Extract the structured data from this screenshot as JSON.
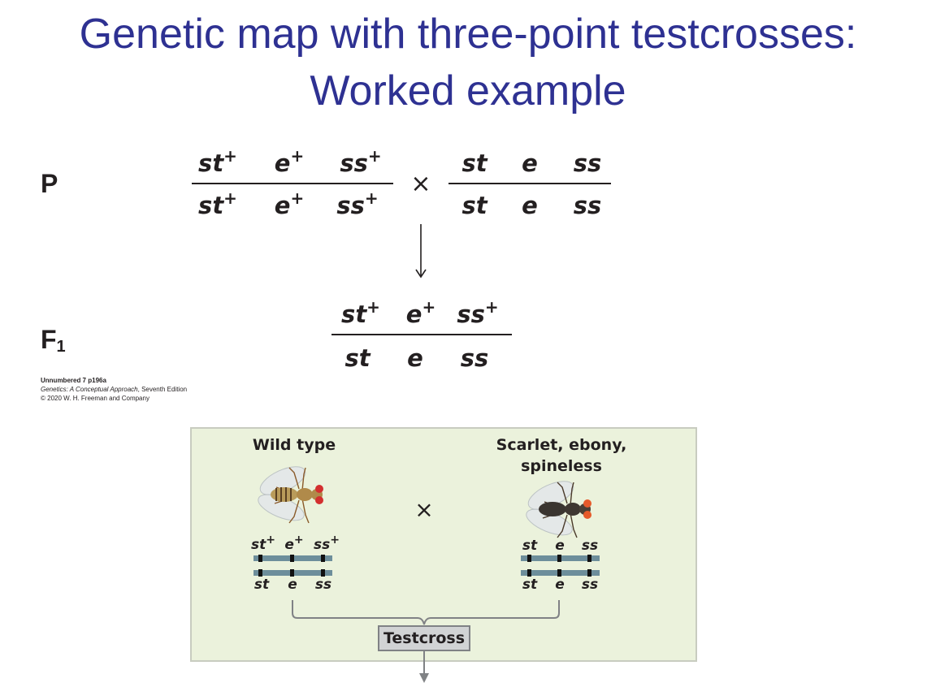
{
  "title": {
    "line1": "Genetic map with three-point testcrosses:",
    "line2": "Worked example"
  },
  "parental": {
    "label": "P",
    "left": {
      "top": [
        {
          "g": "st",
          "s": "+"
        },
        {
          "g": "e",
          "s": "+"
        },
        {
          "g": "ss",
          "s": "+"
        }
      ],
      "bottom": [
        {
          "g": "st",
          "s": "+"
        },
        {
          "g": "e",
          "s": "+"
        },
        {
          "g": "ss",
          "s": "+"
        }
      ]
    },
    "cross_symbol": "×",
    "right": {
      "top": [
        {
          "g": "st",
          "s": ""
        },
        {
          "g": "e",
          "s": ""
        },
        {
          "g": "ss",
          "s": ""
        }
      ],
      "bottom": [
        {
          "g": "st",
          "s": ""
        },
        {
          "g": "e",
          "s": ""
        },
        {
          "g": "ss",
          "s": ""
        }
      ]
    },
    "arrow": "↓"
  },
  "f1": {
    "label_main": "F",
    "label_sub": "1",
    "top": [
      {
        "g": "st",
        "s": "+"
      },
      {
        "g": "e",
        "s": "+"
      },
      {
        "g": "ss",
        "s": "+"
      }
    ],
    "bottom": [
      {
        "g": "st",
        "s": ""
      },
      {
        "g": "e",
        "s": ""
      },
      {
        "g": "ss",
        "s": ""
      }
    ]
  },
  "caption": {
    "line1": "Unnumbered 7 p196a",
    "line2_italic": "Genetics: A Conceptual Approach",
    "line2_rest": ", Seventh Edition",
    "line3": "© 2020 W. H. Freeman and Company"
  },
  "panel": {
    "left_heading": "Wild type",
    "right_heading_line1": "Scarlet, ebony,",
    "right_heading_line2": "spineless",
    "cross_symbol": "×",
    "left_top": [
      {
        "g": "st",
        "s": "+"
      },
      {
        "g": "e",
        "s": "+"
      },
      {
        "g": "ss",
        "s": "+"
      }
    ],
    "left_bottom": [
      {
        "g": "st",
        "s": ""
      },
      {
        "g": "e",
        "s": ""
      },
      {
        "g": "ss",
        "s": ""
      }
    ],
    "right_top": [
      {
        "g": "st",
        "s": ""
      },
      {
        "g": "e",
        "s": ""
      },
      {
        "g": "ss",
        "s": ""
      }
    ],
    "right_bottom": [
      {
        "g": "st",
        "s": ""
      },
      {
        "g": "e",
        "s": ""
      },
      {
        "g": "ss",
        "s": ""
      }
    ],
    "testcross_label": "Testcross"
  },
  "colors": {
    "title": "#2e3192",
    "panel_bg": "#ebf2dc",
    "chromosome": "#6d8e9b"
  }
}
